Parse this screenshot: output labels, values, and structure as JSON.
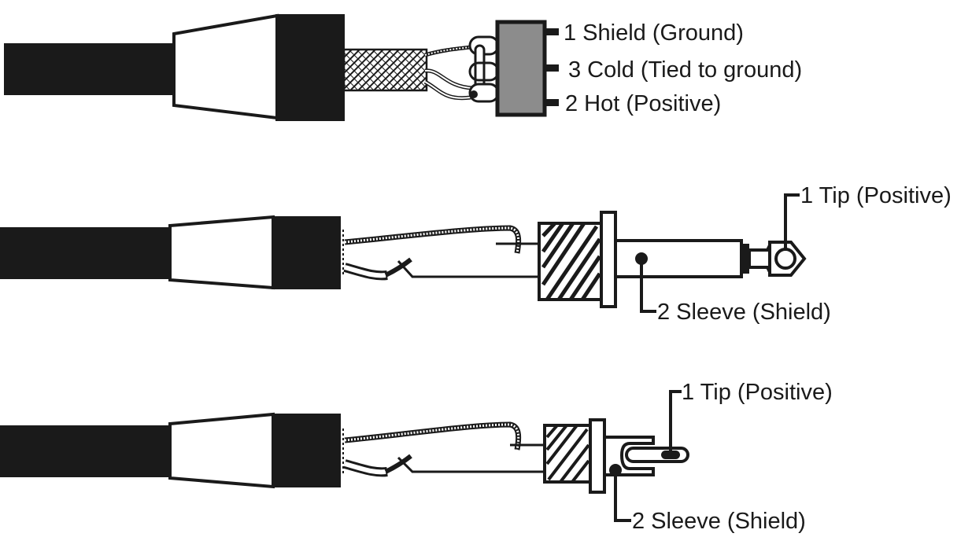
{
  "connectors": [
    {
      "type": "xlr",
      "labels": [
        "1 Shield (Ground)",
        "3 Cold (Tied to ground)",
        "2 Hot (Positive)"
      ]
    },
    {
      "type": "quarter-inch-ts",
      "labels": [
        "1 Tip (Positive)",
        "2 Sleeve (Shield)"
      ]
    },
    {
      "type": "rca",
      "labels": [
        "1 Tip (Positive)",
        "2 Sleeve (Shield)"
      ]
    }
  ],
  "colors": {
    "ink": "#1a1a1a",
    "background": "#ffffff",
    "xlr_body": "#8c8c8c"
  }
}
